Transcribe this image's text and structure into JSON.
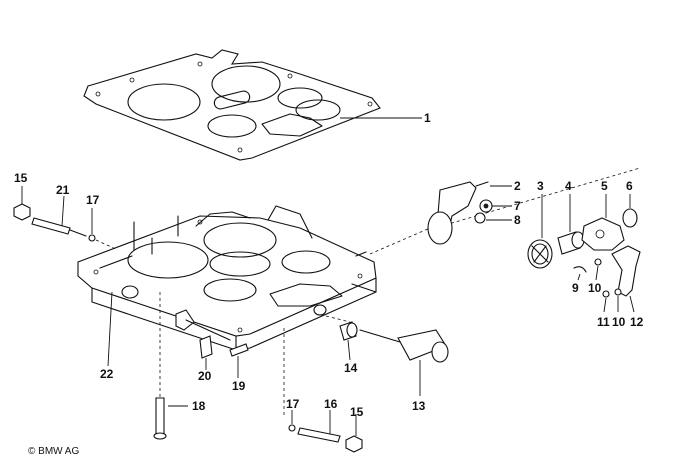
{
  "labels": {
    "p1": "1",
    "p2": "2",
    "p3": "3",
    "p4": "4",
    "p5": "5",
    "p6": "6",
    "p7": "7",
    "p8": "8",
    "p9": "9",
    "p10a": "10",
    "p10b": "10",
    "p11": "11",
    "p12": "12",
    "p13": "13",
    "p14": "14",
    "p15a": "15",
    "p15b": "15",
    "p16": "16",
    "p17a": "17",
    "p17b": "17",
    "p18": "18",
    "p19": "19",
    "p20": "20",
    "p21": "21",
    "p22": "22"
  },
  "copyright": "© BMW AG"
}
